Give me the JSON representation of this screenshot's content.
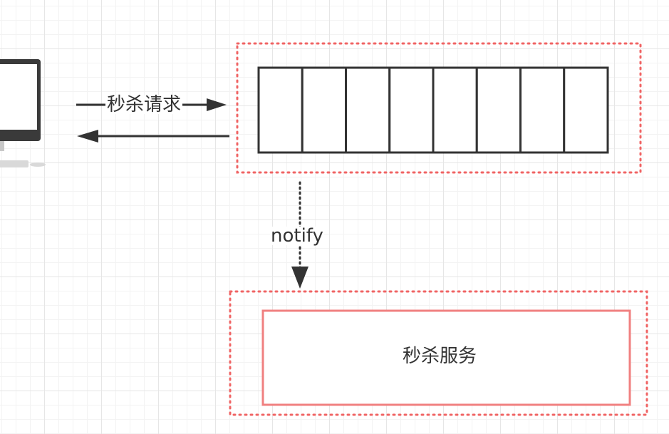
{
  "edges": {
    "request_label": "秒杀请求",
    "notify_label": "notify"
  },
  "service": {
    "label": "秒杀服务"
  },
  "queue": {
    "slot_count": 8
  },
  "colors": {
    "stroke_dark": "#333333",
    "dotted_red": "#f06464",
    "service_border": "#f08080",
    "monitor_frame": "#3a3a3a",
    "monitor_screen": "#ffffff",
    "monitor_stand": "#c8c8c8",
    "keyboard": "#d9d9d9"
  }
}
